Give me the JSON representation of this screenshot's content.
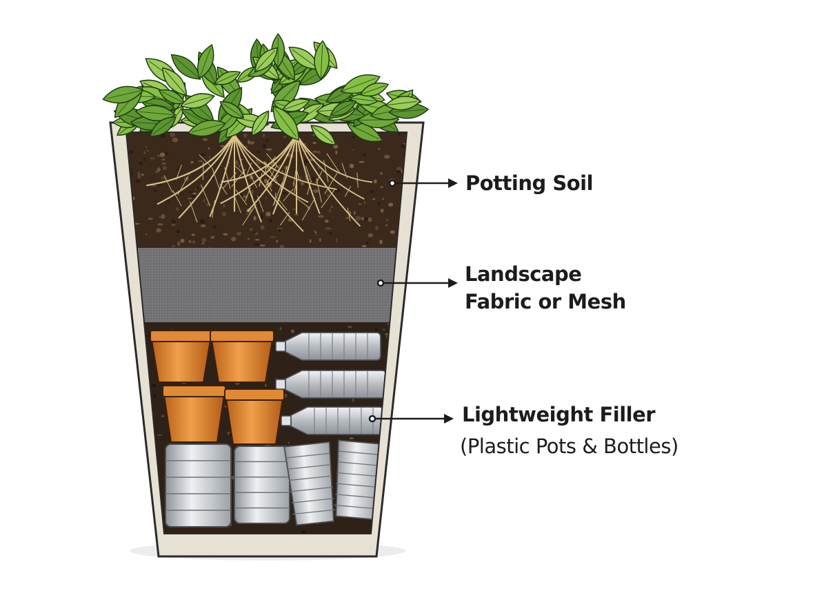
{
  "labels": {
    "potting_soil": "Potting Soil",
    "fabric_line1": "Landscape",
    "fabric_line2": "Fabric or Mesh",
    "filler_line1": "Lightweight Filler",
    "filler_line2": "(Plastic Pots & Bottles)"
  },
  "colors": {
    "soil": "#3b2a1c",
    "fabric": "#6e6e70",
    "pot_wall": "#e6e1d3",
    "leaf": "#6fa83a",
    "terracotta": "#d9822b",
    "plastic": "#c4c8cc",
    "root": "#d9c28a"
  }
}
